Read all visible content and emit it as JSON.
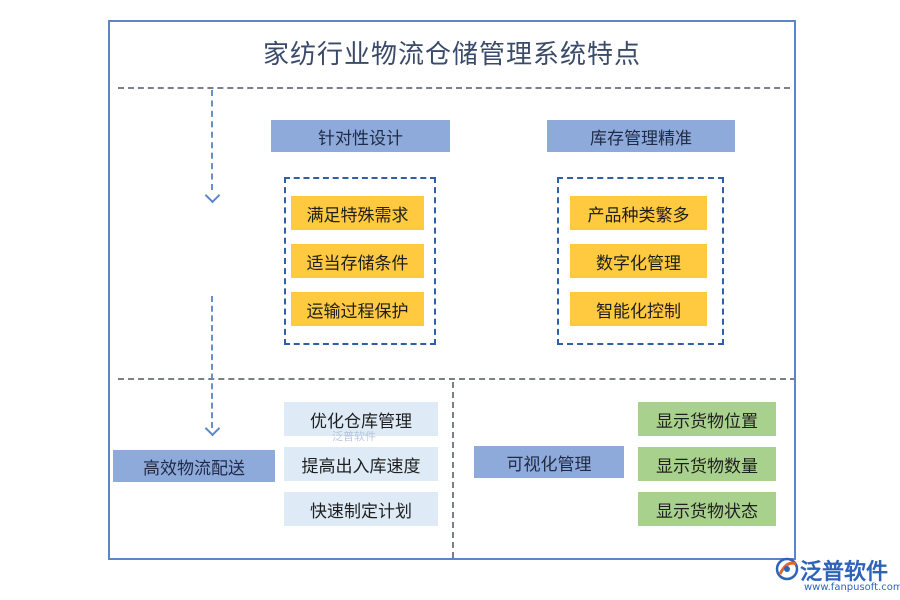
{
  "title": "家纺行业物流仓储管理系统特点",
  "sections": {
    "targeted_design": {
      "header": "针对性设计",
      "items": [
        "满足特殊需求",
        "适当存储条件",
        "运输过程保护"
      ]
    },
    "inventory_precision": {
      "header": "库存管理精准",
      "items": [
        "产品种类繁多",
        "数字化管理",
        "智能化控制"
      ]
    },
    "efficient_delivery": {
      "header": "高效物流配送",
      "items": [
        "优化仓库管理",
        "提高出入库速度",
        "快速制定计划"
      ]
    },
    "visual_management": {
      "header": "可视化管理",
      "items": [
        "显示货物位置",
        "显示货物数量",
        "显示货物状态"
      ]
    }
  },
  "watermark": "泛普软件",
  "logo": {
    "name": "泛普软件",
    "url": "www.fanpusoft.com"
  },
  "colors": {
    "frame": "#5b86c8",
    "header": "#8eaadb",
    "yellow": "#ffc940",
    "light_blue": "#deebf7",
    "green": "#a9d18e"
  }
}
